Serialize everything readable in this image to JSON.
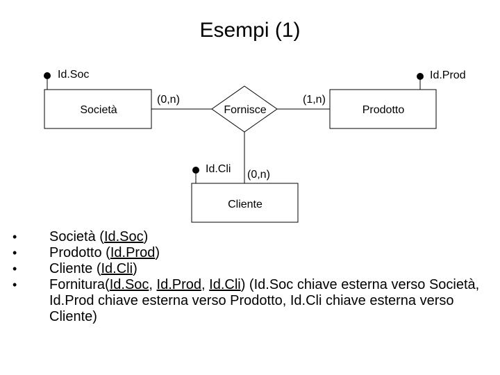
{
  "title": "Esempi (1)",
  "diagram": {
    "entities": {
      "societa": "Società",
      "prodotto": "Prodotto",
      "cliente": "Cliente"
    },
    "relationship": "Fornisce",
    "attributes": {
      "id_soc": "Id.Soc",
      "id_prod": "Id.Prod",
      "id_cli": "Id.Cli"
    },
    "cardinalities": {
      "societa": "(0,n)",
      "prodotto": "(1,n)",
      "cliente": "(0,n)"
    }
  },
  "bullets": {
    "b1": {
      "name": "Società (",
      "key": "Id.Soc",
      "end": ")"
    },
    "b2": {
      "name": "Prodotto (",
      "key": "Id.Prod",
      "end": ")"
    },
    "b3": {
      "name": "Cliente (",
      "key": "Id.Cli",
      "end": ")"
    },
    "b4": {
      "name": "Fornitura(",
      "key1": "Id.Soc",
      "sep1": ", ",
      "key2": "Id.Prod",
      "sep2": ", ",
      "key3": "Id.Cli",
      "rest": ") (Id.Soc chiave esterna verso Società, Id.Prod chiave esterna verso Prodotto, Id.Cli chiave esterna verso Cliente)"
    }
  }
}
